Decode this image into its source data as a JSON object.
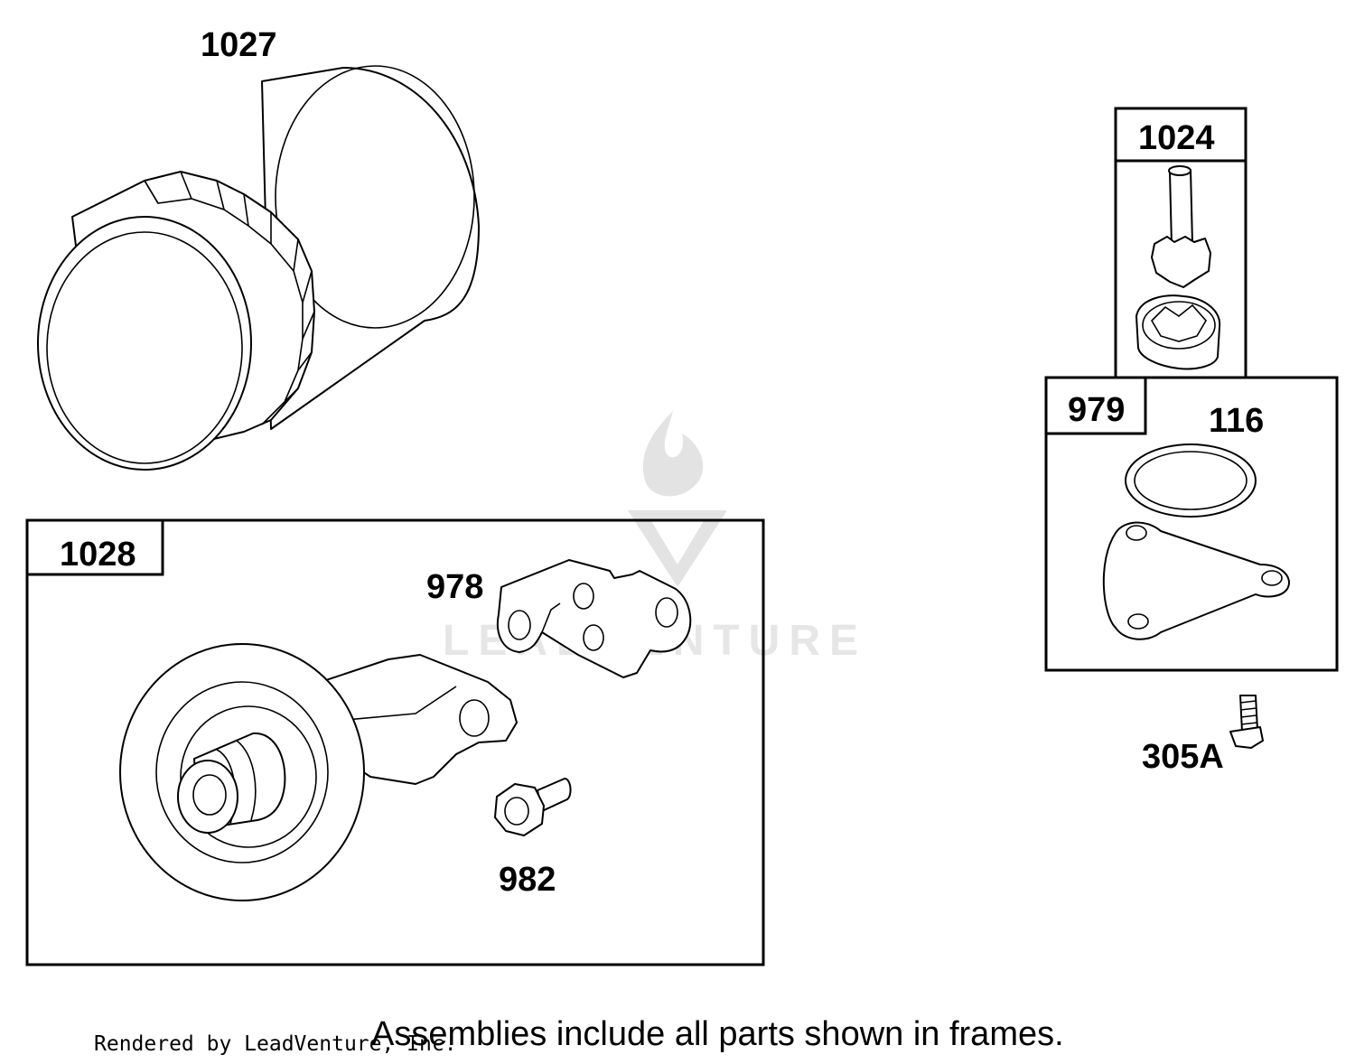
{
  "parts": {
    "oil_filter": "1027",
    "filter_adapter_kit": "1028",
    "bracket": "978",
    "screw_982": "982",
    "oil_pump_kit": "1024",
    "cover_kit": "979",
    "o_ring": "116",
    "screw_305a": "305A"
  },
  "watermark": "LEADVENTURE",
  "footer": {
    "credit": "Rendered by LeadVenture, Inc.",
    "note": "Assemblies include all parts shown in frames."
  }
}
